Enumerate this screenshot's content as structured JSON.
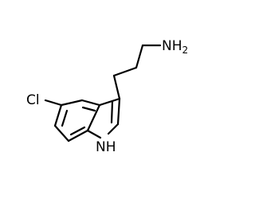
{
  "molecule": {
    "atoms": {
      "amine": "NH",
      "amine_subscript": "2",
      "chlorine": "Cl",
      "indole_nh": "NH"
    }
  }
}
